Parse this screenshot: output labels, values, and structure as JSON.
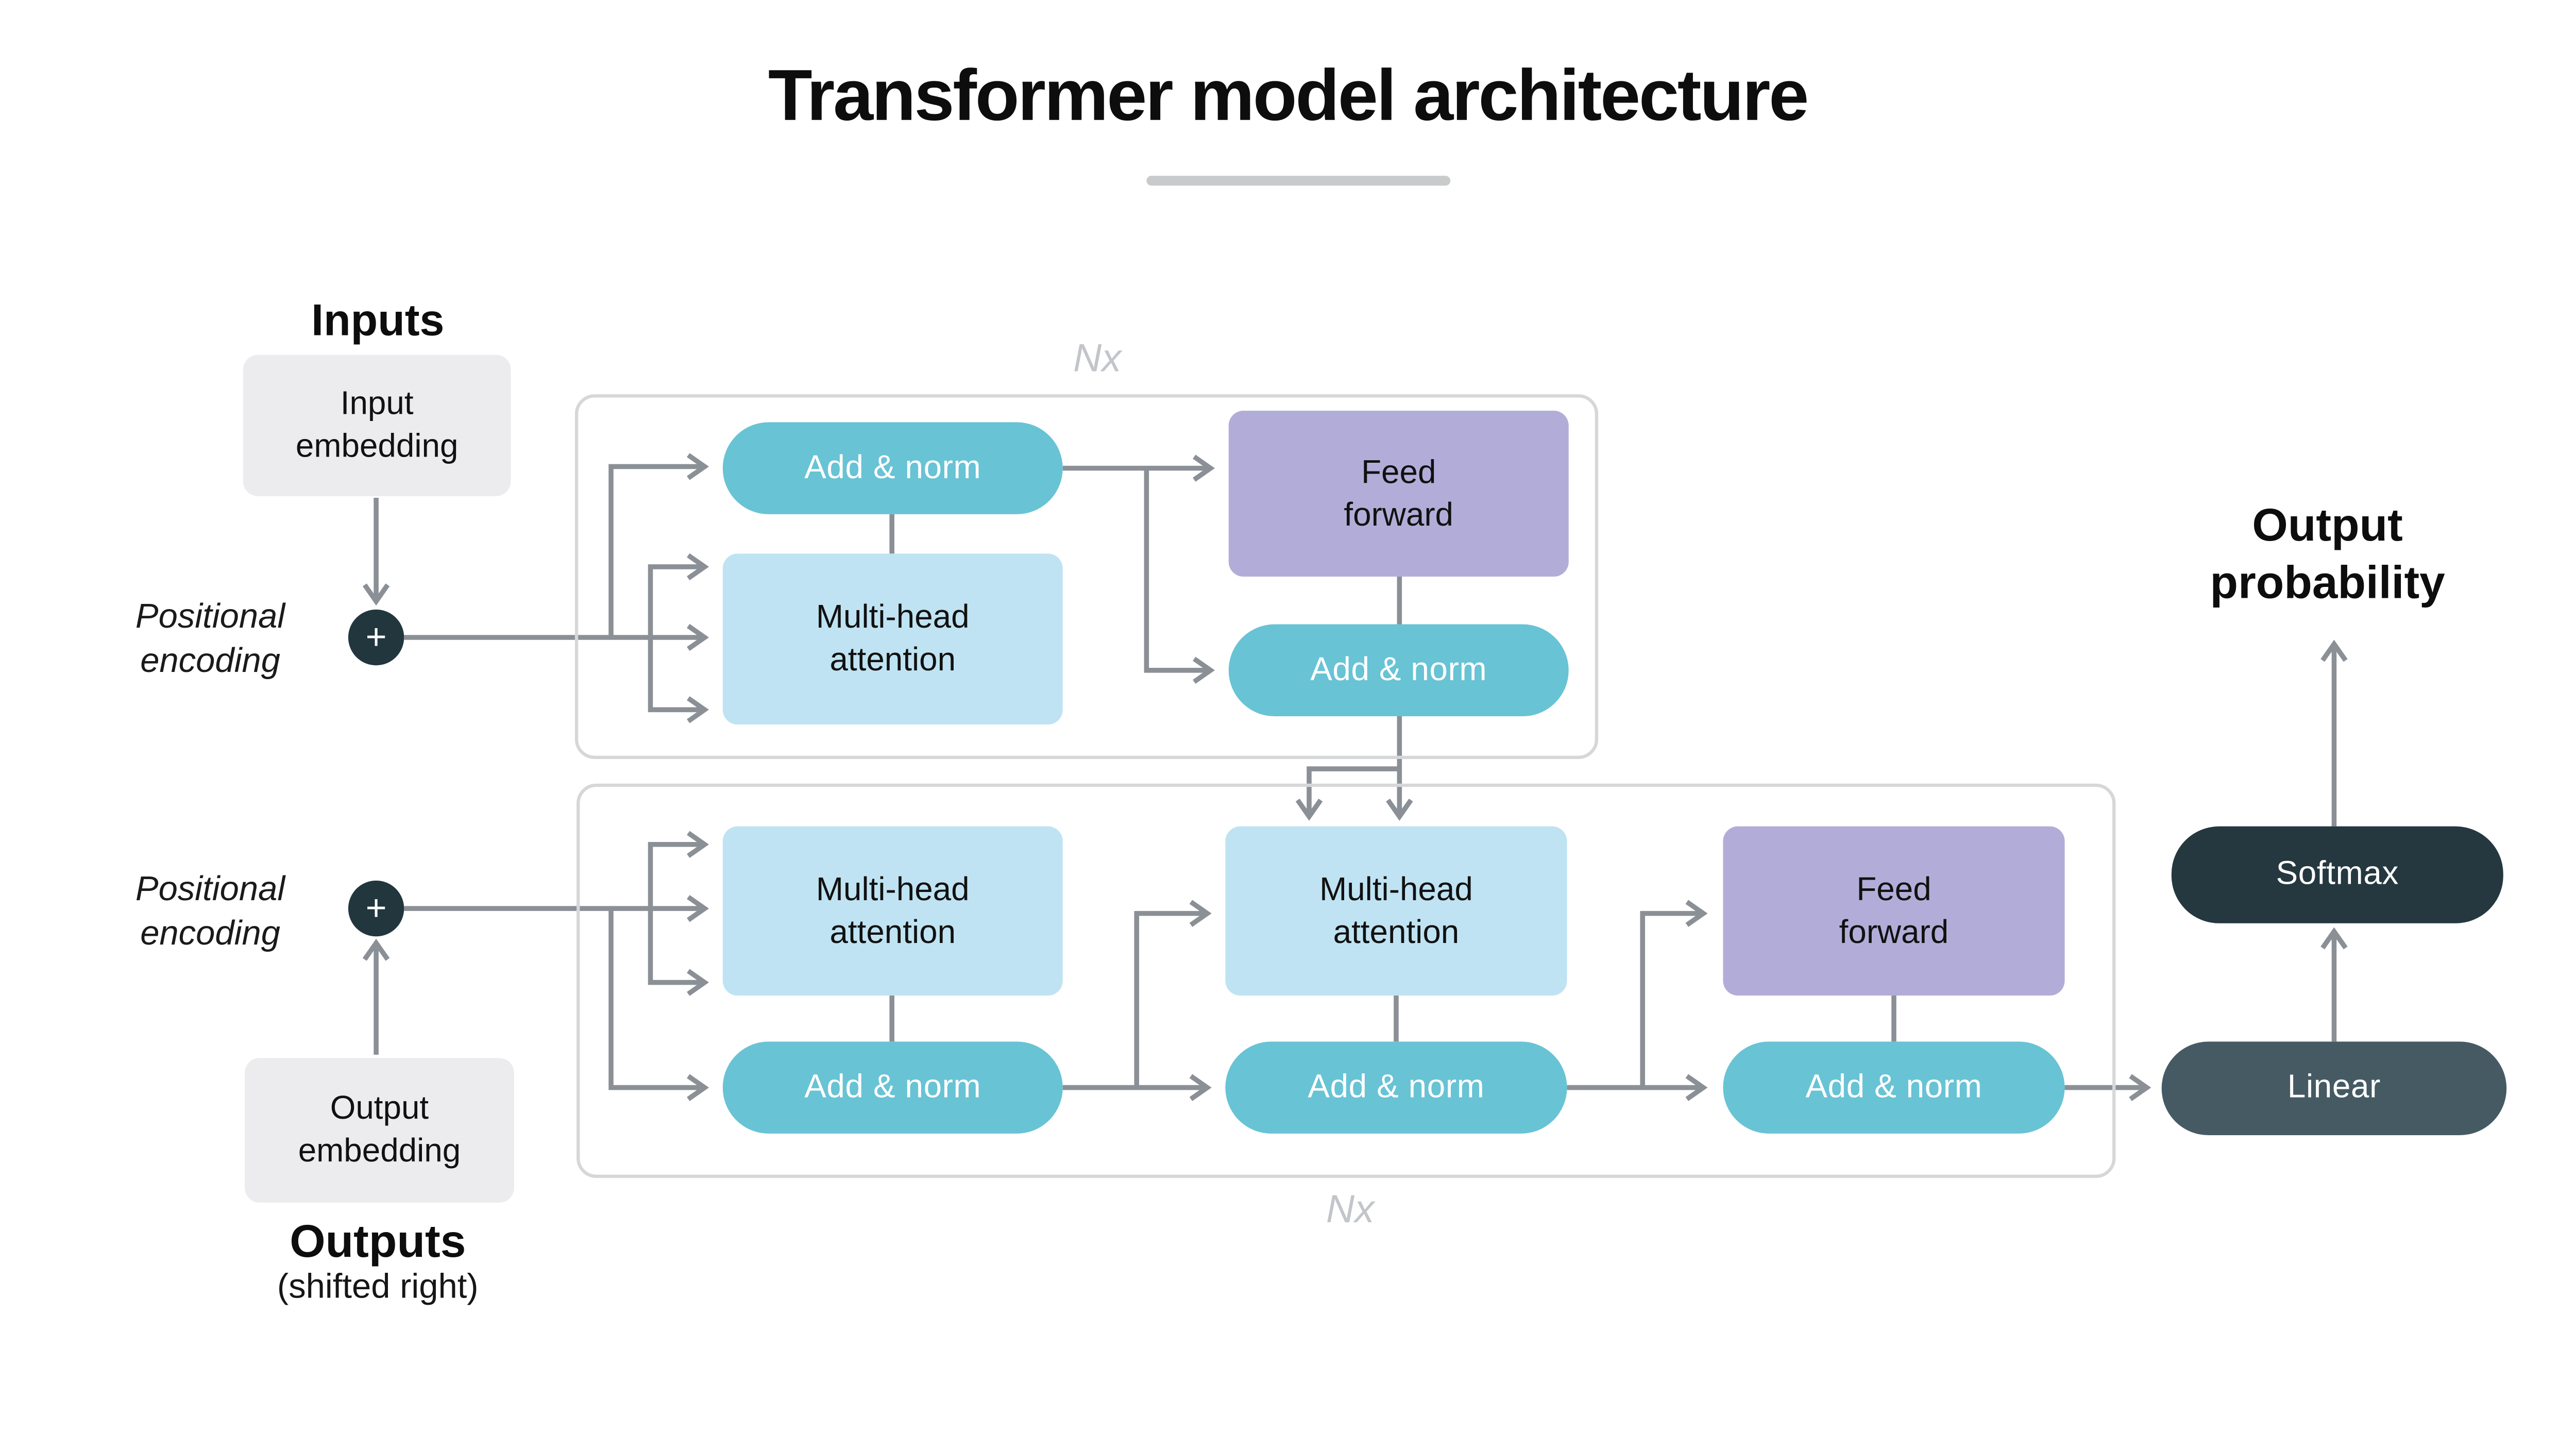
{
  "title": "Transformer model architecture",
  "inputs_column": {
    "heading": "Inputs",
    "input_embedding": [
      "Input",
      "embedding"
    ],
    "positional_encoding": [
      "Positional",
      "encoding"
    ],
    "plus_symbol": "+"
  },
  "outputs_column": {
    "output_embedding": [
      "Output",
      "embedding"
    ],
    "positional_encoding": [
      "Positional",
      "encoding"
    ],
    "plus_symbol": "+",
    "heading": "Outputs",
    "subheading": "(shifted right)"
  },
  "encoder": {
    "nx_label": "Nx",
    "add_norm_top": "Add & norm",
    "multi_head_attention": [
      "Multi-head",
      "attention"
    ],
    "feed_forward": [
      "Feed",
      "forward"
    ],
    "add_norm_bottom": "Add & norm"
  },
  "decoder": {
    "nx_label": "Nx",
    "masked_multi_head_attention": [
      "Multi-head",
      "attention"
    ],
    "add_norm_left": "Add & norm",
    "cross_multi_head_attention": [
      "Multi-head",
      "attention"
    ],
    "add_norm_center": "Add & norm",
    "feed_forward": [
      "Feed",
      "forward"
    ],
    "add_norm_right": "Add & norm"
  },
  "output_head": {
    "linear": "Linear",
    "softmax": "Softmax",
    "output_probability": [
      "Output",
      "probability"
    ]
  },
  "colors": {
    "add-norm-teal": "#68c3d5",
    "attention-blue": "#bfe3f2",
    "feed-forward-purple": "#b2add8",
    "softmax-dark": "#25383f",
    "linear-slate": "#465a64",
    "plus-circle-dark": "#22363e",
    "embedding-gray": "#ececee",
    "connector-gray": "#8b9096",
    "frame-border-gray": "#d5d7d9",
    "nx-gray": "#c2c6ca",
    "title-underline-gray": "#c9cacc"
  }
}
